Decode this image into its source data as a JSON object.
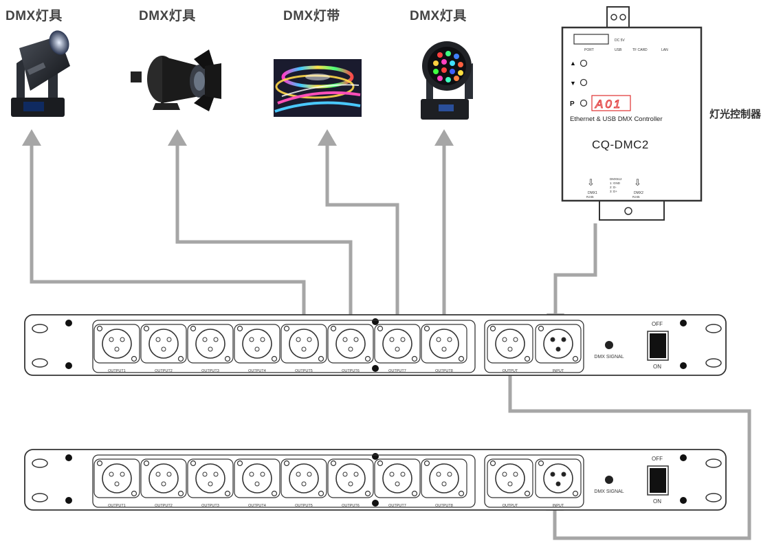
{
  "fixtures": [
    {
      "label": "DMX灯具",
      "icon": "moving-head-beam-light-icon"
    },
    {
      "label": "DMX灯具",
      "icon": "fresnel-spotlight-icon"
    },
    {
      "label": "DMX灯带",
      "icon": "led-strip-light-icon"
    },
    {
      "label": "DMX灯具",
      "icon": "moving-head-wash-light-icon"
    }
  ],
  "controller": {
    "side_label": "灯光控制器",
    "subtitle": "Ethernet & USB DMX Controller",
    "model": "CQ-DMC2",
    "display": "A01",
    "up_symbol": "▲",
    "down_symbol": "▼",
    "p_label": "P",
    "top_ports": [
      "PORT",
      "USB",
      "TF CARD",
      "LAN"
    ],
    "dc_label": "DC 5V",
    "dmx1_label": "DMX1",
    "dmx2_label": "DMX2",
    "pinout": [
      "DMX512",
      "1: GND",
      "2: D-",
      "3: D+"
    ],
    "port_sub": "RJ45"
  },
  "splitters": [
    {
      "outputs": [
        "OUTPUT1",
        "OUTPUT2",
        "OUTPUT3",
        "OUTPUT4",
        "OUTPUT5",
        "OUTPUT6",
        "OUTPUT7",
        "OUTPUT8"
      ],
      "through_label": "OUTPUT",
      "input_label": "INPUT",
      "signal_label": "DMX SIGNAL",
      "off_label": "OFF",
      "on_label": "ON"
    },
    {
      "outputs": [
        "OUTPUT1",
        "OUTPUT2",
        "OUTPUT3",
        "OUTPUT4",
        "OUTPUT5",
        "OUTPUT6",
        "OUTPUT7",
        "OUTPUT8"
      ],
      "through_label": "OUTPUT",
      "input_label": "INPUT",
      "signal_label": "DMX SIGNAL",
      "off_label": "OFF",
      "on_label": "ON"
    }
  ],
  "colors": {
    "cable": "#a6a6a6",
    "outline": "#333333",
    "display_red": "#e03030"
  }
}
